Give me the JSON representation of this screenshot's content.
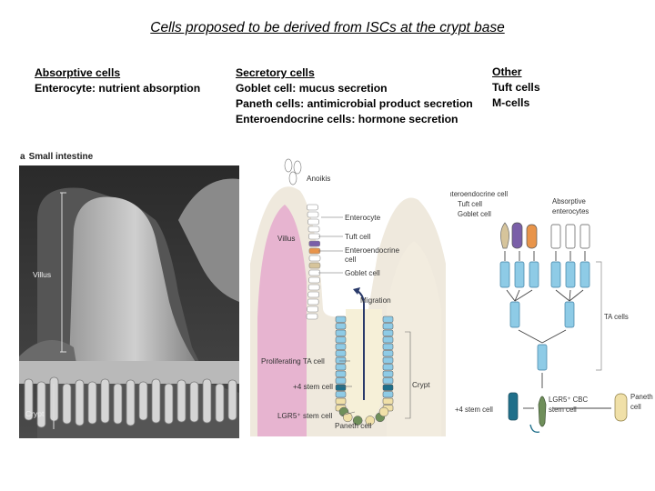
{
  "title": "Cells proposed to be derived from ISCs at the crypt base",
  "absorptive": {
    "heading": "Absorptive cells",
    "items": [
      "Enterocyte: nutrient absorption"
    ]
  },
  "secretory": {
    "heading": "Secretory cells",
    "items": [
      "Goblet cell: mucus secretion",
      "Paneth cells: antimicrobial product secretion",
      "Enteroendocrine cells: hormone secretion"
    ]
  },
  "other": {
    "heading": "Other",
    "items": [
      "Tuft cells",
      "M-cells"
    ]
  },
  "panel_a": {
    "letter": "a",
    "label": "Small intestine",
    "villus_label": "Villus",
    "crypt_label": "Crypt"
  },
  "crypt_diagram": {
    "labels": {
      "anoikis": "Anoikis",
      "villus": "Villus",
      "enterocyte": "Enterocyte",
      "tuft": "Tuft cell",
      "ee1": "Enteroendocrine",
      "ee2": "cell",
      "goblet": "Goblet cell",
      "migration": "Migration",
      "proliferating": "Proliferating TA cell",
      "plus4": "+4 stem cell",
      "crypt": "Crypt",
      "lgr5": "LGR5⁺ stem cell",
      "paneth": "Paneth cell"
    }
  },
  "lineage_diagram": {
    "labels": {
      "ee": "Enteroendocrine cell",
      "tuft": "Tuft cell",
      "goblet": "Goblet cell",
      "abs1": "Absorptive",
      "abs2": "enterocytes",
      "ta": "TA cells",
      "plus4": "+4 stem cell",
      "lgr5a": "LGR5⁺ CBC",
      "lgr5b": "stem cell",
      "paneth1": "Paneth",
      "paneth2": "cell"
    }
  },
  "colors": {
    "stem_blue": "#8ecbe6",
    "villus_pink": "#e7b4d0",
    "paneth_yellow": "#f0e0a8",
    "enteroendocrine_orange": "#e8944a",
    "tuft_purple": "#7a5fa8",
    "lgr5_green": "#6f8f5a",
    "goblet_tan": "#d6c49b"
  }
}
